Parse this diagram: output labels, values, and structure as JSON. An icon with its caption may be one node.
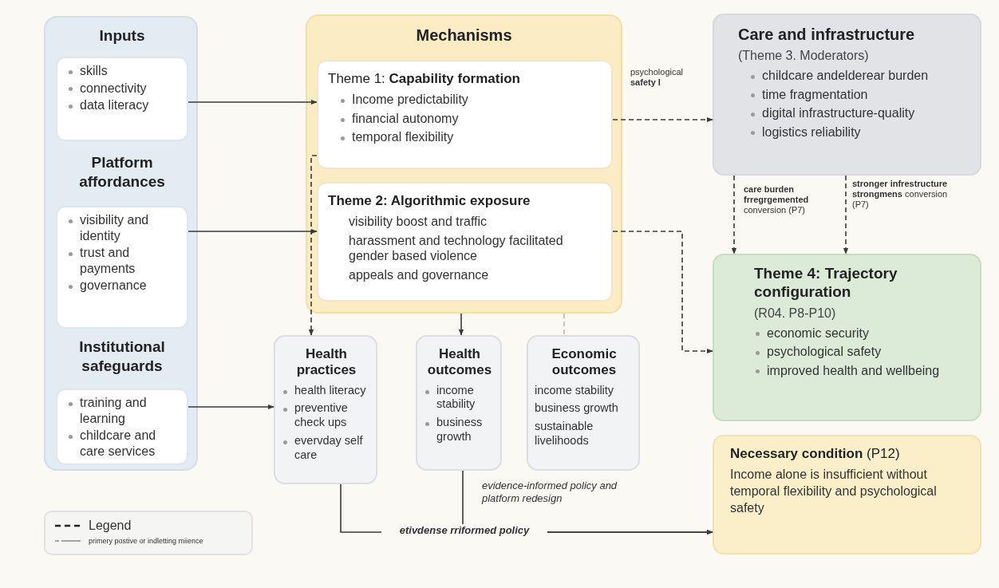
{
  "diagram": {
    "nodes": [
      {
        "text": [],
        "shape": "box"
      },
      {
        "text": [
          "Inputs",
          "skills",
          "connectivity",
          "data literacy"
        ],
        "in": 0
      },
      {
        "text": [
          "Platform affordances",
          "visibility and identity",
          "trust and payments",
          "governance"
        ],
        "in": 0
      },
      {
        "text": [
          "Institutional safeguards",
          "training and learning",
          "childcare and care services"
        ],
        "in": 0
      },
      {
        "text": [
          "Mechanisms"
        ]
      },
      {
        "text": [
          "Theme 1: **Capability formation**",
          "Income predictability",
          "financial autonomy",
          "temporal flexibility"
        ],
        "in": 4
      },
      {
        "text": [
          "Theme 2: Algorithmic exposure",
          "visibility boost and traffic",
          "harassment and technology facilitated gender based violence",
          "appeals and governance"
        ],
        "in": 4
      },
      {
        "text": [
          "Care and infrastructure",
          "(Theme 3. Moderators)",
          "childcare andelderear burden",
          "time fragmentation",
          "digital infrastructure-quality",
          "logistics reliability"
        ]
      },
      {
        "text": [
          "Health practices",
          "health literacy",
          "preventive check ups",
          "evervday self care"
        ]
      },
      {
        "text": [
          "Health outcomes",
          "income stability",
          "business growth"
        ]
      },
      {
        "text": [
          "Economic outcomes",
          "income stability",
          "business growth",
          "sustainable livelihoods"
        ]
      },
      {
        "text": [
          "Theme 4: Trajectory configuration",
          "(R04. P8-P10)",
          "economic security",
          "psychological safety",
          "improved health and wellbeing"
        ]
      },
      {
        "text": [
          "**Necessary condition** (P12)",
          "Income alone is insufficient without temporal flexibility and psychological safety"
        ]
      }
    ],
    "edges": [
      {
        "from": 1,
        "to": 5,
        "arrow": "to"
      },
      {
        "from": 2,
        "to": 6,
        "arrow": "to"
      },
      {
        "from": 3,
        "to": 8,
        "arrow": "to"
      },
      {
        "from": 5,
        "to": 7,
        "arrow": "to",
        "style": "dashed",
        "label": "psychological **safety I**"
      },
      {
        "from": 5,
        "to": 8,
        "arrow": "to",
        "style": "dashed"
      },
      {
        "from": 4,
        "to": 9,
        "arrow": "to"
      },
      {
        "from": 4,
        "to": 10,
        "arrow": "none",
        "style": "dashed",
        "color": "#c9aeb0"
      },
      {
        "from": 6,
        "to": 11,
        "arrow": "to",
        "style": "dashed"
      },
      {
        "from": 7,
        "to": 11,
        "arrow": "to",
        "style": "dashed",
        "label": "**care burden frregrgemented** conversion (P7)"
      },
      {
        "from": 7,
        "to": 11,
        "arrow": "to",
        "style": "dashed",
        "label": "**stronger infrestructure strongmens** conversion (P7)"
      },
      {
        "from": 9,
        "to": 12,
        "arrow": "to",
        "label": "evidence-informed policy and platform redesign"
      },
      {
        "from": 8,
        "to": 12,
        "arrow": "to",
        "label": "etivdense rriformed policy"
      }
    ],
    "legend": [
      {
        "text": "Legend"
      },
      {
        "text": "primery postive or indletting miience"
      }
    ]
  }
}
